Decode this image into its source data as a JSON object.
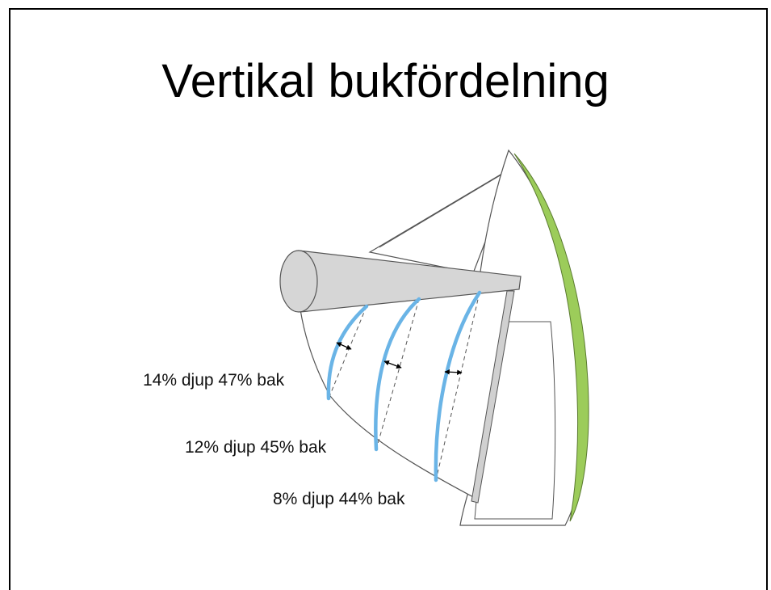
{
  "slide": {
    "title": "Vertikal bukfördelning"
  },
  "diagram": {
    "colors": {
      "draft_line": "#6ab4e6",
      "leech_edge": "#9ccc5a",
      "boom": "#d6d6d6",
      "mast": "#d0d0d0",
      "outline": "#555555"
    },
    "sections": [
      {
        "label": "14% djup 47% bak"
      },
      {
        "label": "12% djup 45% bak"
      },
      {
        "label": "8% djup 44% bak"
      }
    ]
  }
}
